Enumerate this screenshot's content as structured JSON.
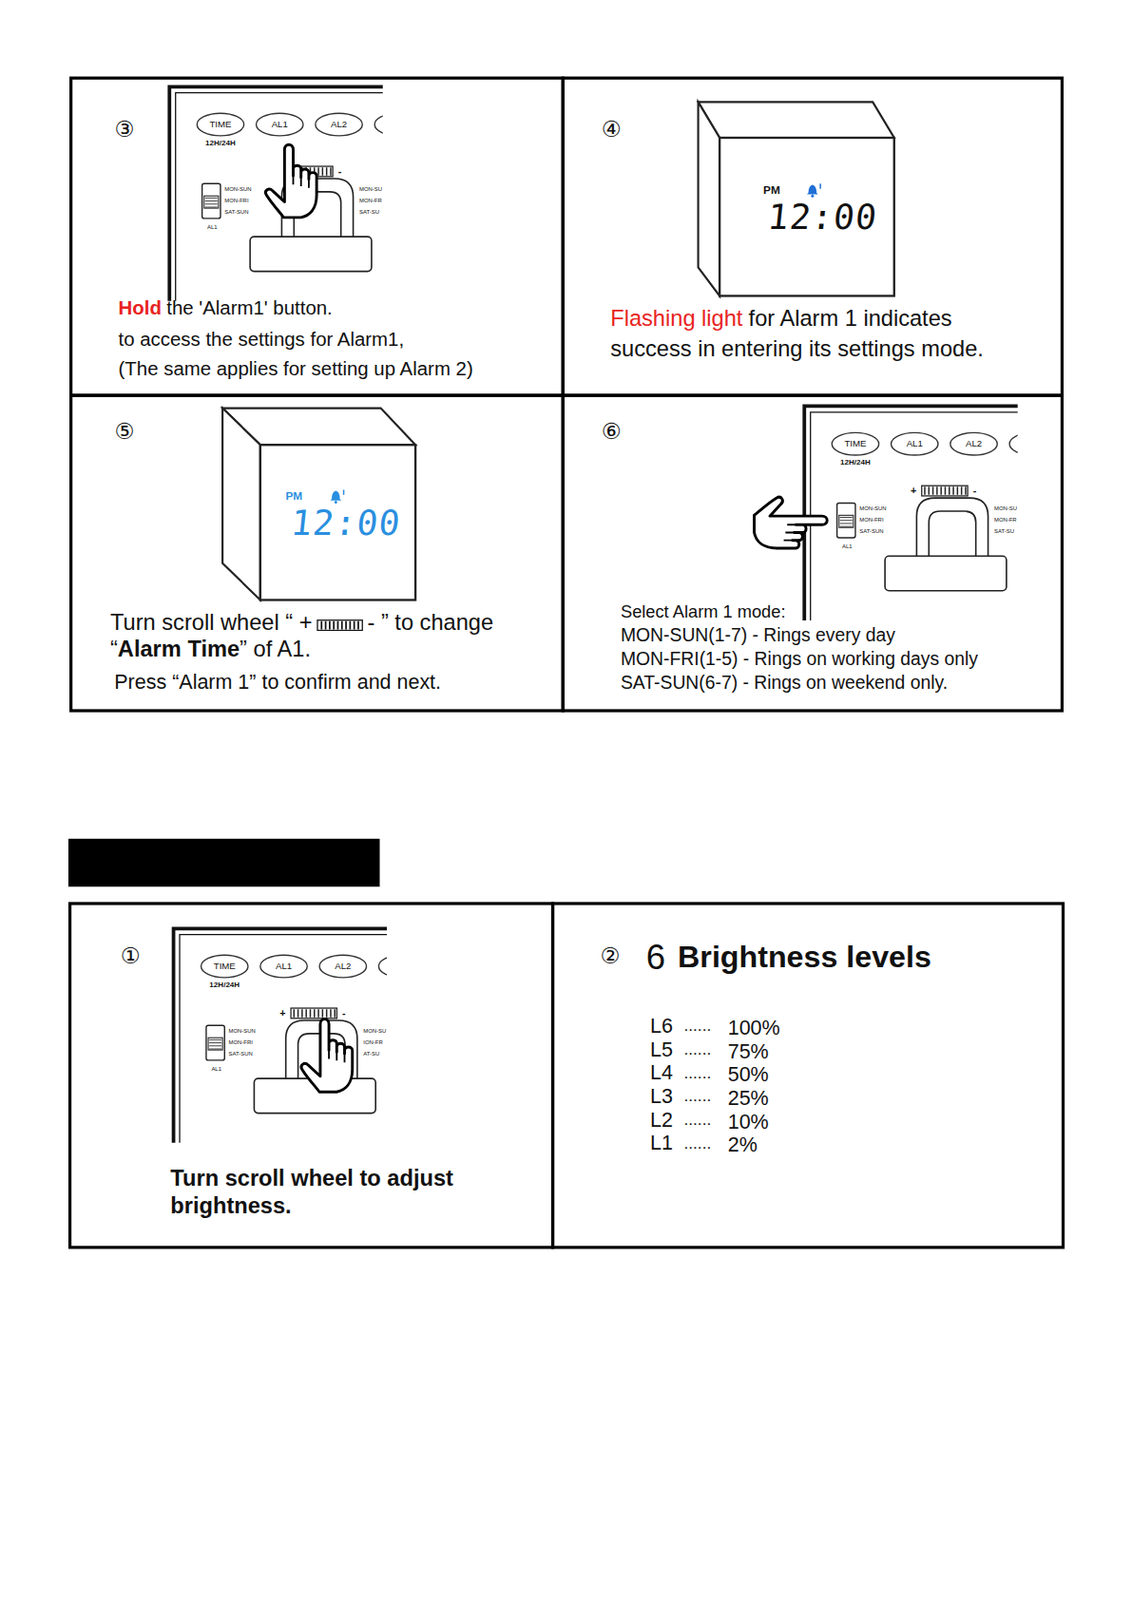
{
  "diagram": {
    "nodes": [
      {
        "text": [
          "③",
          "Hold",
          "the 'Alarm1' button.",
          "to access the settings for Alarm1,",
          "(The same applies for setting up Alarm 2)"
        ]
      },
      {
        "text": [
          "④",
          "Flashing light",
          "for Alarm 1 indicates success in entering its settings mode."
        ]
      },
      {
        "text": [
          "⑤",
          "Turn scroll wheel “ +",
          "- ” to change",
          "“",
          "Alarm Time",
          "” of A1.",
          "Press “Alarm 1” to confirm and next."
        ]
      },
      {
        "text": [
          "⑥",
          "Select Alarm 1 mode:",
          "MON-SUN(1-7) - Rings every day",
          "MON-FRI(1-5) - Rings on working days only",
          "SAT-SUN(6-7) - Rings on weekend only."
        ]
      },
      {
        "text": [
          "①",
          "Turn scroll wheel to adjust brightness."
        ]
      },
      {
        "text": [
          "②",
          "6",
          "Brightness levels",
          "L6",
          "......",
          "100%",
          "L5",
          "......",
          "75%",
          "L4",
          "......",
          "50%",
          "L3",
          "......",
          "25%",
          "L2",
          "......",
          "10%",
          "L1",
          "......",
          "2%"
        ]
      }
    ],
    "labels": [
      "TIME",
      "AL1",
      "AL2",
      "12H/24H",
      "-",
      "MON-SUN",
      "MON-FRI",
      "SAT-SUN",
      "AL1",
      "MON-SU",
      "MON-FR",
      "SAT-SU",
      "PM",
      "12:00",
      "PM",
      "12:00",
      "TIME",
      "AL1",
      "AL2",
      "12H/24H",
      "+",
      "-",
      "MON-SUN",
      "MON-FRI",
      "SAT-SUN",
      "AL1",
      "MON-SU",
      "MON-FR",
      "SAT-SU",
      "TIME",
      "AL1",
      "AL2",
      "12H/24H",
      "+",
      "-",
      "MON-SUN",
      "MON-FRI",
      "SAT-SUN",
      "AL1",
      "MON-SU",
      "ION-FR",
      "AT-SU"
    ]
  }
}
